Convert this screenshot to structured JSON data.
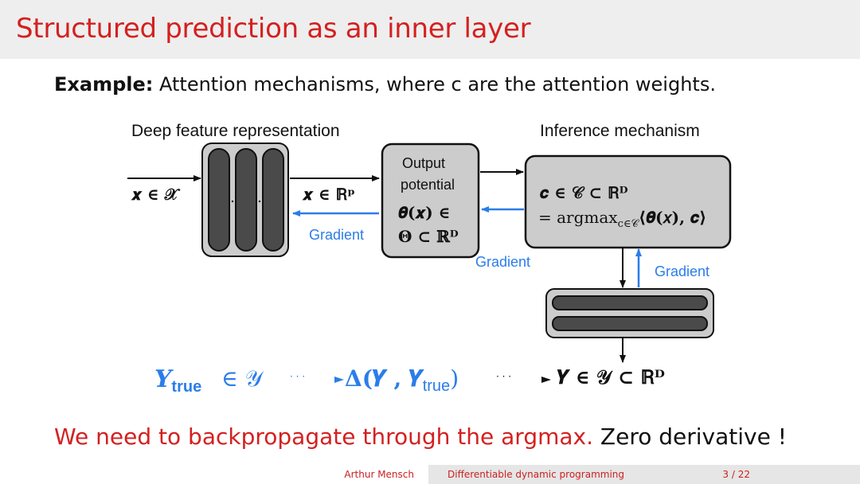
{
  "slide": {
    "title": "Structured prediction as an inner layer",
    "example_label": "Example:",
    "example_text": "Attention mechanisms, where c are the attention weights.",
    "diagram": {
      "deep_feature_label": "Deep feature representation",
      "inference_label": "Inference mechanism",
      "input_math": "𝒙 ∈ 𝒳",
      "feature_math": "𝒙 ∈ ℝᵖ",
      "output_potential_line1": "Output",
      "output_potential_line2": "potential",
      "output_potential_line3": "𝜽(𝒙) ∈",
      "output_potential_line4": "𝚯 ⊂ ℝᴰ",
      "inference_line1": "𝒄 ∈ 𝒞 ⊂ ℝᴰ",
      "inference_line2": "= argmax",
      "inference_sub": "c∈𝒞",
      "inference_line2b": "⟨𝜽(𝑥), 𝒄⟩",
      "gradient_label_1": "Gradient",
      "gradient_label_2": "Gradient",
      "gradient_label_3": "Gradient",
      "ellipsis": "· · ·",
      "y_true": "𝒀",
      "y_true_sub": "true",
      "in_calY": "∈ 𝒴",
      "delta_open": "Δ(𝒀 , 𝒀",
      "delta_sub": "true",
      "delta_close": ")",
      "y_final": "𝒀 ∈ 𝒴 ⊂ ℝᴰ"
    },
    "conclusion_red": "We need to backpropagate through the argmax.",
    "conclusion_black": "Zero derivative !"
  },
  "footer": {
    "author": "Arthur Mensch",
    "talk_title": "Differentiable dynamic programming",
    "page": "3 / 22"
  },
  "colors": {
    "title_red": "#d42020",
    "gradient_blue": "#2b7de9",
    "box_gray": "#cccccc",
    "dark_bar": "#4a4a4a"
  }
}
